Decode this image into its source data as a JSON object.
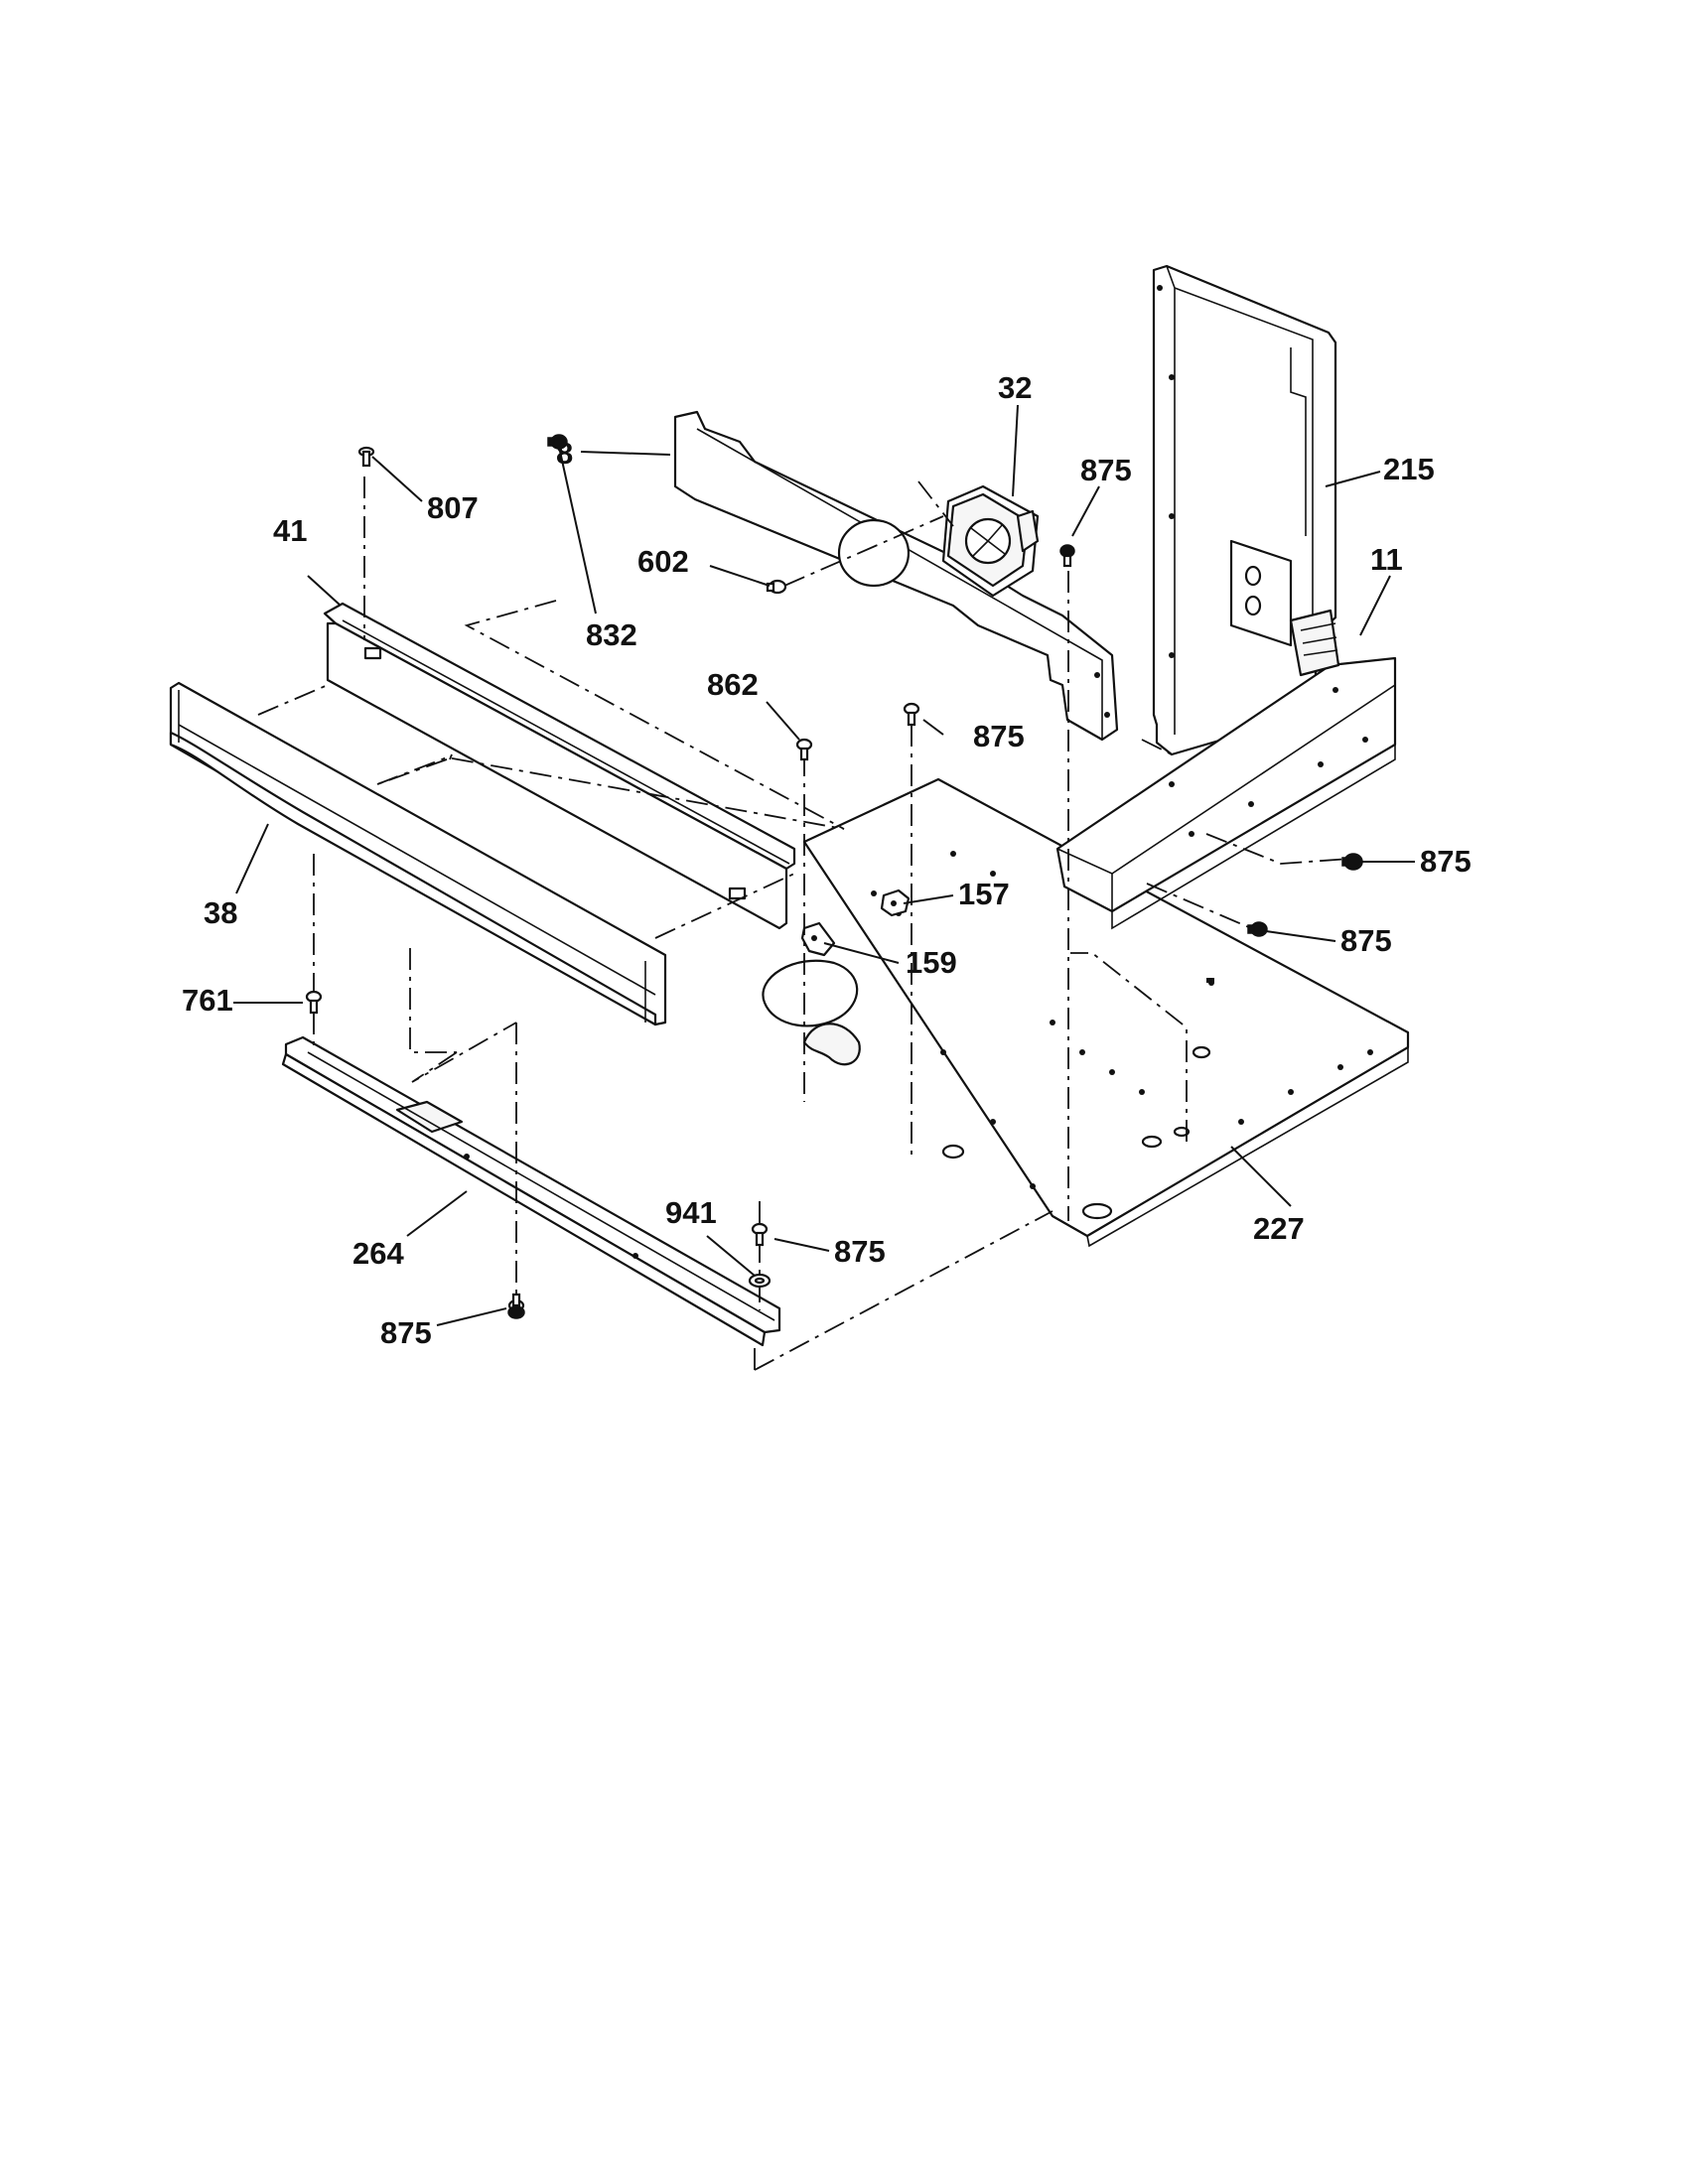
{
  "callouts": {
    "p8": "8",
    "p32": "32",
    "p875_top": "875",
    "p215": "215",
    "p807": "807",
    "p41": "41",
    "p832": "832",
    "p602": "602",
    "p11": "11",
    "p862": "862",
    "p875_mid": "875",
    "p875_right1": "875",
    "p157": "157",
    "p875_right2": "875",
    "p38": "38",
    "p159": "159",
    "p761": "761",
    "p941": "941",
    "p875_bottom": "875",
    "p264": "264",
    "p227": "227",
    "p875_left": "875"
  }
}
